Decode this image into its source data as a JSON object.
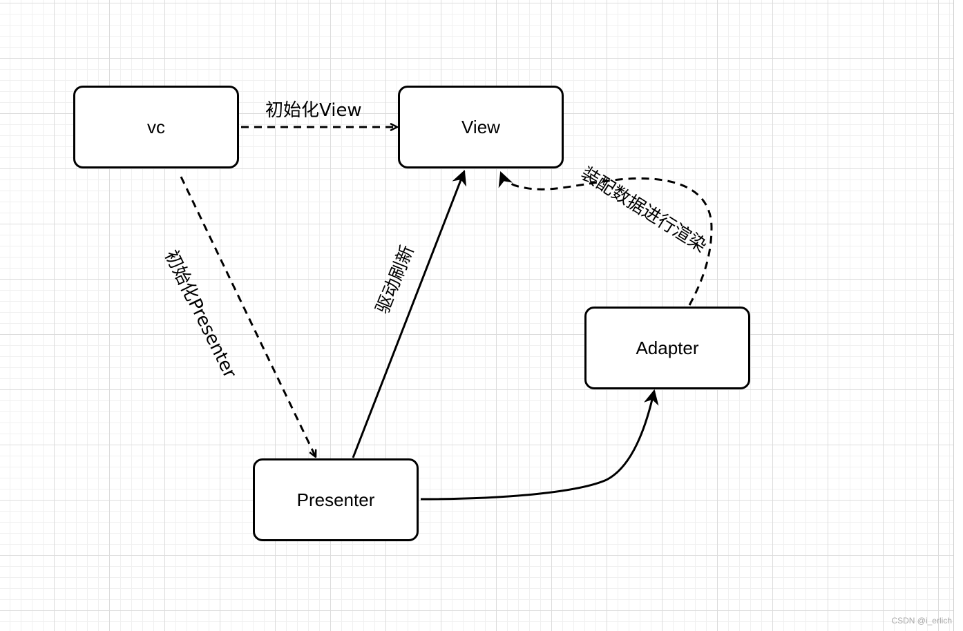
{
  "nodes": {
    "vc": "vc",
    "view": "View",
    "adapter": "Adapter",
    "presenter": "Presenter"
  },
  "edges": {
    "init_view": "初始化View",
    "init_presenter": "初始化Presenter",
    "drive_refresh": "驱动刷新",
    "assemble_render": "装配数据进行渲染"
  },
  "watermark": "CSDN @i_erlich",
  "colors": {
    "stroke": "#000000",
    "grid": "#dcdcdc",
    "background": "#ffffff"
  }
}
